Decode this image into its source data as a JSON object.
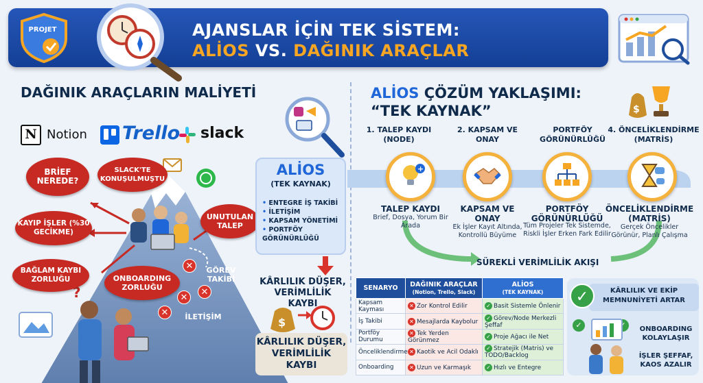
{
  "header": {
    "badge": "PROJET",
    "title_line1": "AJANSLAR İÇİN TEK SİSTEM:",
    "title_brand": "ALİOS",
    "title_vs": " VS. ",
    "title_rest": "DAĞINIK ARAÇLAR"
  },
  "left": {
    "title": "DAĞINIK ARAÇLARIN MALİYETİ",
    "logos": {
      "notion": "Notion",
      "trello": "Trello",
      "slack": "slack"
    },
    "bubbles": [
      "BRİEF NEREDE?",
      "SLACK'TE KONUŞULMUŞTU",
      "KAYIP İŞLER (%30 GECİKME)",
      "UNUTULAN TALEP",
      "BAĞLAM KAYBI ZORLUĞU",
      "ONBOARDING ZORLUĞU"
    ],
    "labels": {
      "task": "GÖREV TAKİBİ",
      "comm": "İLETİŞİM"
    }
  },
  "alios_box": {
    "title": "ALİOS",
    "subtitle": "(TEK KAYNAK)",
    "items": [
      "ENTEGRE İŞ TAKİBİ",
      "İLETİŞİM",
      "KAPSAM YÖNETİMİ",
      "PORTFÖY GÖRÜNÜRLÜĞÜ"
    ]
  },
  "profit": {
    "line": "KÂRLILIK DÜŞER, VERİMLİLİK KAYBI",
    "box": "KÂRLILIK DÜŞER, VERİMLİLİK KAYBI"
  },
  "right": {
    "title_brand": "ALİOS",
    "title_rest": " ÇÖZÜM YAKLAŞIMI:",
    "title_line2": "“TEK KAYNAK”",
    "steps": [
      {
        "head": "1. TALEP KAYDI (NODE)",
        "title": "TALEP KAYDI",
        "desc": "Brief, Dosya, Yorum Bir Arada"
      },
      {
        "head": "2. KAPSAM VE ONAY",
        "title": "KAPSAM VE ONAY",
        "desc": "Ek İşler Kayıt Altında, Kontrollü Büyüme"
      },
      {
        "head": "PORTFÖY GÖRÜNÜRLÜĞÜ",
        "title": "PORTFÖY GÖRÜNÜRLÜĞÜ",
        "desc": "Tüm Projeler Tek Sistemde, Riskli İşler Erken Fark Edilir"
      },
      {
        "head": "4. ÖNCELİKLENDİRME (MATRİS)",
        "title": "ÖNCELİKLENDİRME (MATRİS)",
        "desc": "Gerçek Öncelikler Görünür, Planlı Çalışma"
      }
    ],
    "flow_label": "SÜREKLİ VERİMLİLİK AKIŞI"
  },
  "table": {
    "headers": [
      "SENARYO",
      "DAĞINIK ARAÇLAR",
      "ALİOS"
    ],
    "header_subs": [
      "",
      "(Notion, Trello, Slack)",
      "(TEK KAYNAK)"
    ],
    "rows": [
      {
        "scenario": "Kapsam Kayması",
        "scattered": "Zor Kontrol Edilir",
        "alios": "Basit Sistemle Önlenir"
      },
      {
        "scenario": "İş Takibi",
        "scattered": "Mesajlarda Kaybolur",
        "alios": "Görev/Node Merkezli Şeffaf"
      },
      {
        "scenario": "Portföy Durumu",
        "scattered": "Tek Yerden Görünmez",
        "alios": "Proje Ağacı ile Net"
      },
      {
        "scenario": "Önceliklendirme",
        "scattered": "Kaotik ve Acil Odaklı",
        "alios": "Stratejik (Matris) ve TODO/Backlog"
      },
      {
        "scenario": "Onboarding",
        "scattered": "Uzun ve Karmaşık",
        "alios": "Hızlı ve Entegre"
      }
    ]
  },
  "results": {
    "top": "KÂRLILIK VE EKİP MEMNUNİYETİ ARTAR",
    "r1": "ONBOARDING KOLAYLAŞIR",
    "r2": "İŞLER ŞEFFAF, KAOS AZALIR"
  },
  "colors": {
    "header_blue": "#1a4aa8",
    "accent_orange": "#f6a623",
    "alert_red": "#c62a23",
    "brand_blue": "#1f66d9",
    "success_green": "#36a146"
  }
}
